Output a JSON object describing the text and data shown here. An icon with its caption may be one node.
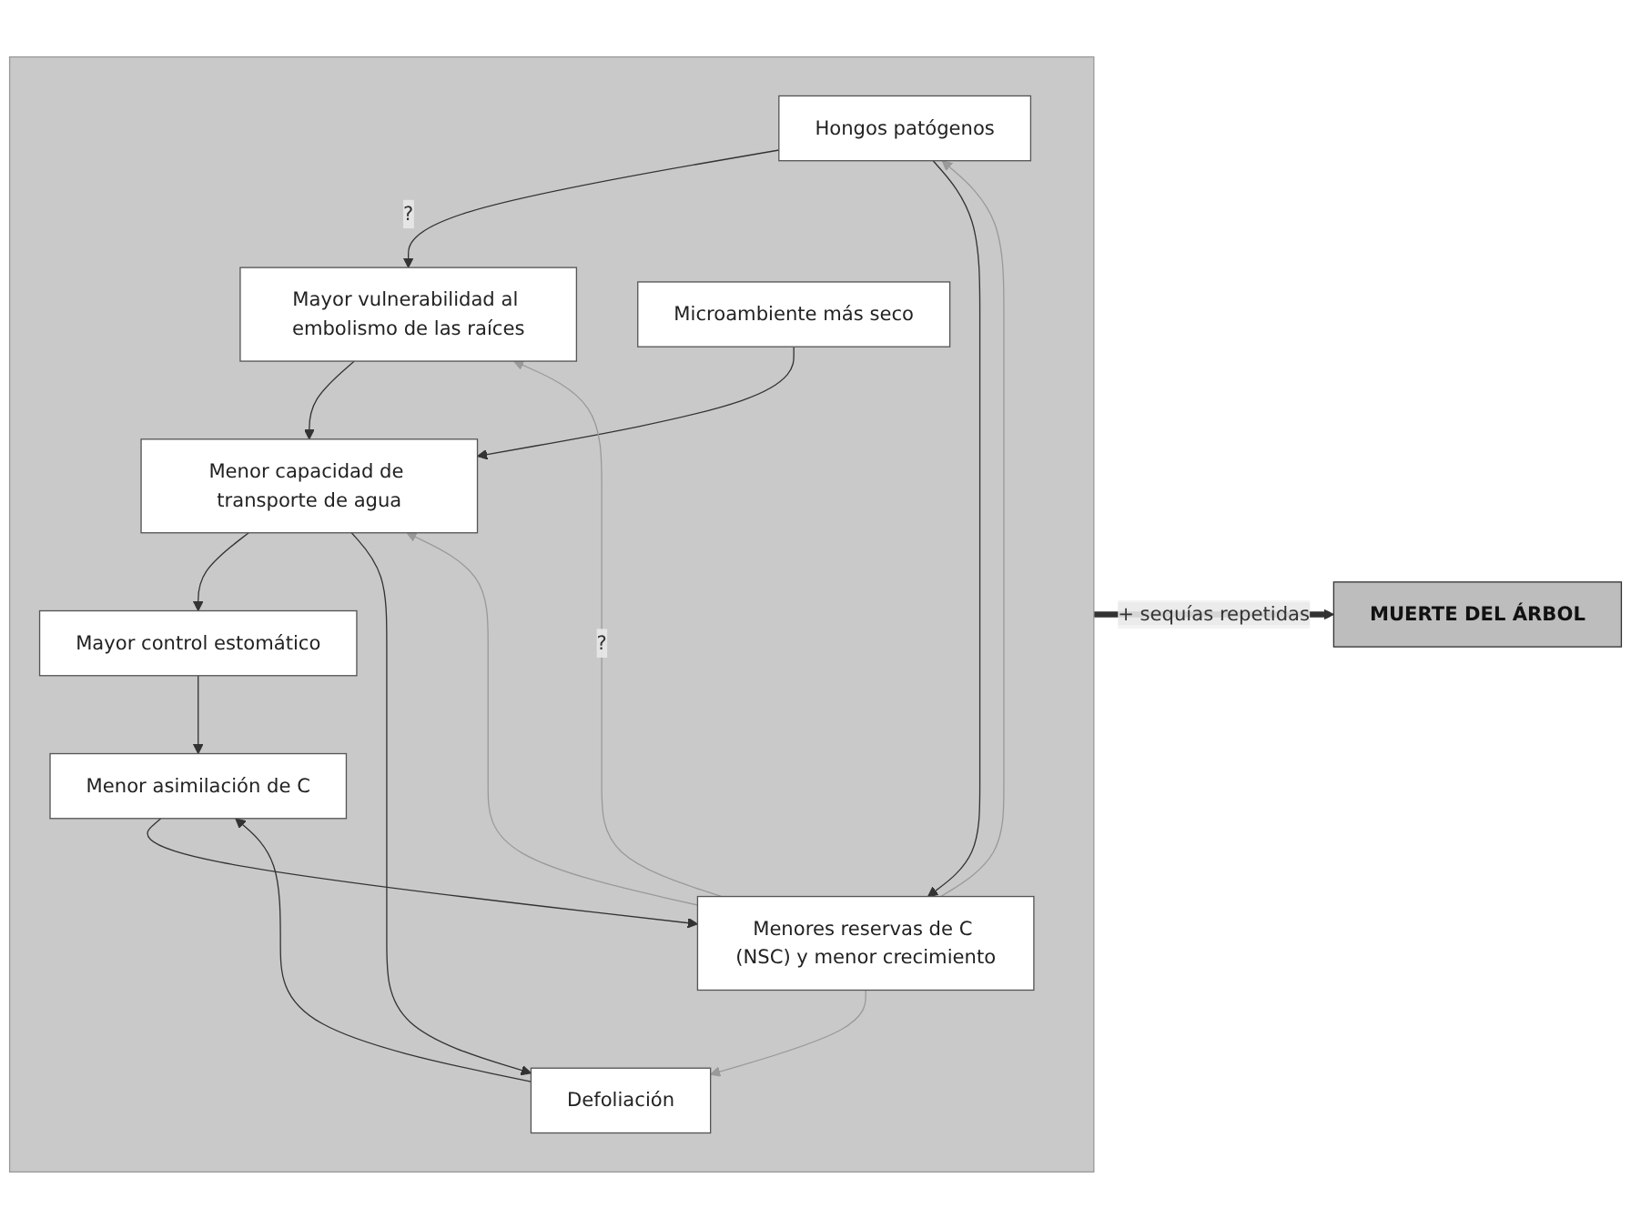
{
  "diagram": {
    "nodes": [
      {
        "text": [],
        "shape": "box"
      },
      {
        "text": [
          "Hongos patógenos"
        ],
        "in": 0
      },
      {
        "text": [
          "Mayor vulnerabilidad al embolismo de las raíces"
        ],
        "in": 0
      },
      {
        "text": [
          "Microambiente más seco"
        ],
        "in": 0
      },
      {
        "text": [
          "Menor capacidad de transporte de agua"
        ],
        "in": 0
      },
      {
        "text": [
          "Mayor control estomático"
        ],
        "in": 0
      },
      {
        "text": [
          "Defoliación"
        ],
        "in": 0
      },
      {
        "text": [
          "Menor asimilación de C"
        ],
        "in": 0
      },
      {
        "text": [
          "Menores reservas de C (NSC) y menor crecimiento"
        ],
        "in": 0
      },
      {
        "text": [
          "MUERTE DEL ÁRBOL"
        ]
      }
    ],
    "edges": [
      {
        "from": 1,
        "to": 2,
        "arrow": "to",
        "label": "?"
      },
      {
        "from": 2,
        "to": 4,
        "arrow": "to"
      },
      {
        "from": 3,
        "to": 4,
        "arrow": "to"
      },
      {
        "from": 4,
        "to": 5,
        "arrow": "to"
      },
      {
        "from": 4,
        "to": 6,
        "arrow": "to"
      },
      {
        "from": 5,
        "to": 7,
        "arrow": "to"
      },
      {
        "from": 6,
        "to": 7,
        "arrow": "to"
      },
      {
        "from": 7,
        "to": 8,
        "arrow": "to"
      },
      {
        "from": 1,
        "to": 8,
        "arrow": "to"
      },
      {
        "from": 8,
        "to": 1,
        "arrow": "to",
        "color": "#9a9a9a"
      },
      {
        "from": 8,
        "to": 2,
        "arrow": "to",
        "label": "?",
        "color": "#9a9a9a"
      },
      {
        "from": 8,
        "to": 4,
        "arrow": "to",
        "color": "#9a9a9a"
      },
      {
        "from": 8,
        "to": 6,
        "arrow": "to",
        "color": "#9a9a9a"
      },
      {
        "from": 0,
        "to": 9,
        "arrow": "to",
        "label": "+ sequías repetidas",
        "style": "thick"
      }
    ]
  }
}
